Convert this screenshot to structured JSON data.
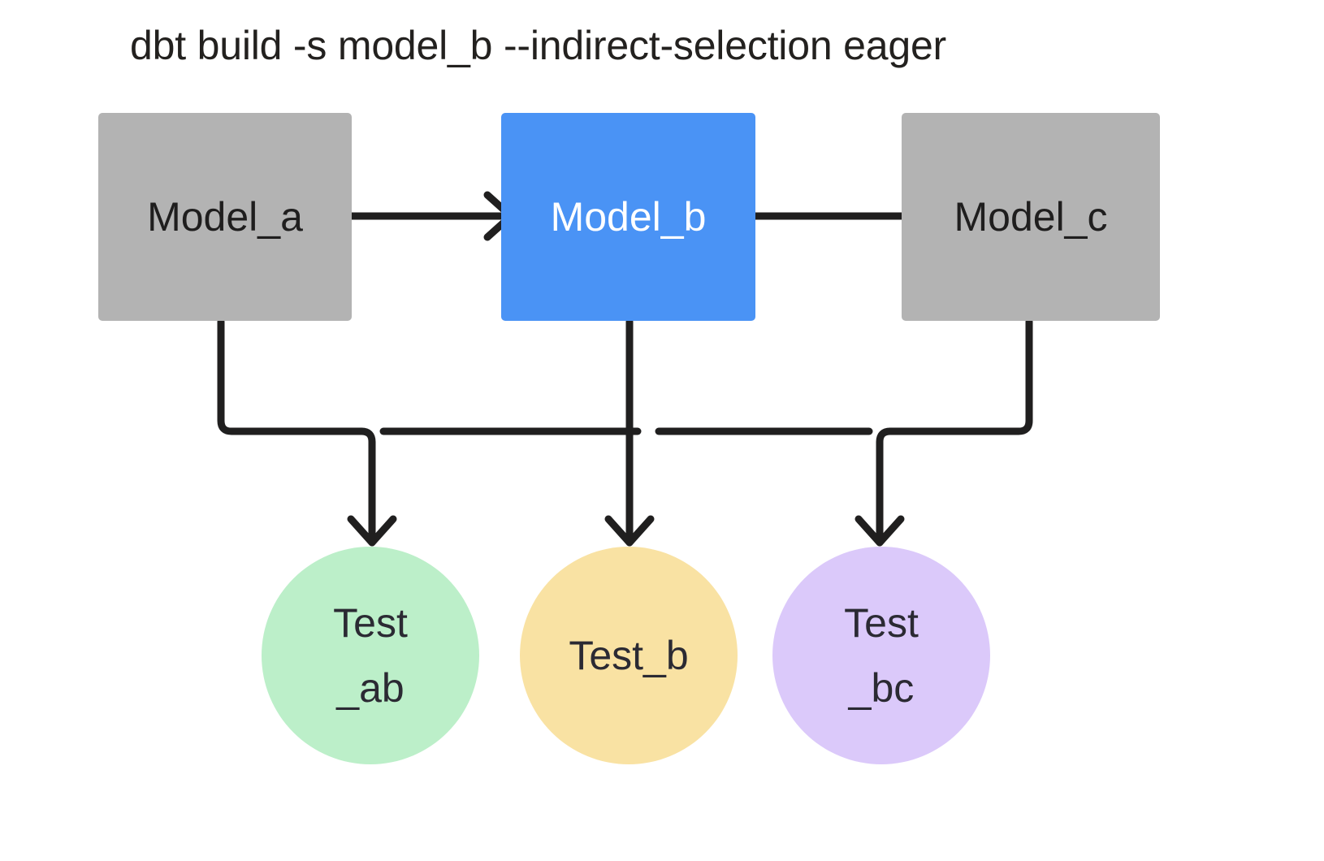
{
  "diagram": {
    "title": "dbt build -s model_b --indirect-selection eager",
    "background": "#ffffff",
    "edge_color": "#201f1f",
    "nodes": [
      {
        "id": "model_a",
        "label": "Model_a",
        "shape": "rectangle",
        "fill": "#b3b3b3",
        "text_color": "#1f1e1e",
        "selected": false
      },
      {
        "id": "model_b",
        "label": "Model_b",
        "shape": "rectangle",
        "fill": "#4a93f5",
        "text_color": "#ffffff",
        "selected": true
      },
      {
        "id": "model_c",
        "label": "Model_c",
        "shape": "rectangle",
        "fill": "#b3b3b3",
        "text_color": "#1f1e1e",
        "selected": false
      },
      {
        "id": "test_ab",
        "label": "Test\n_ab",
        "shape": "circle",
        "fill": "#bcefc9",
        "text_color": "#2b2a33",
        "selected": false
      },
      {
        "id": "test_b",
        "label": "Test_b",
        "shape": "circle",
        "fill": "#f9e2a3",
        "text_color": "#2b2a33",
        "selected": false
      },
      {
        "id": "test_bc",
        "label": "Test\n_bc",
        "shape": "circle",
        "fill": "#dbc9fa",
        "text_color": "#2b2a33",
        "selected": false
      }
    ],
    "edges": [
      {
        "id": "model_a-to-model_b",
        "from": "model_a",
        "to": "model_b",
        "arrow": "chevron"
      },
      {
        "id": "model_b-to-model_c",
        "from": "model_b",
        "to": "model_c",
        "arrow": "chevron"
      },
      {
        "id": "model_a-to-test_ab",
        "from": "model_a",
        "to": "test_ab",
        "arrow": "chevron"
      },
      {
        "id": "model_b-to-test_ab",
        "from": "model_b",
        "to": "test_ab",
        "arrow": "chevron"
      },
      {
        "id": "model_b-to-test_b",
        "from": "model_b",
        "to": "test_b",
        "arrow": "chevron"
      },
      {
        "id": "model_b-to-test_bc",
        "from": "model_b",
        "to": "test_bc",
        "arrow": "chevron"
      },
      {
        "id": "model_c-to-test_bc",
        "from": "model_c",
        "to": "test_bc",
        "arrow": "chevron"
      }
    ]
  }
}
